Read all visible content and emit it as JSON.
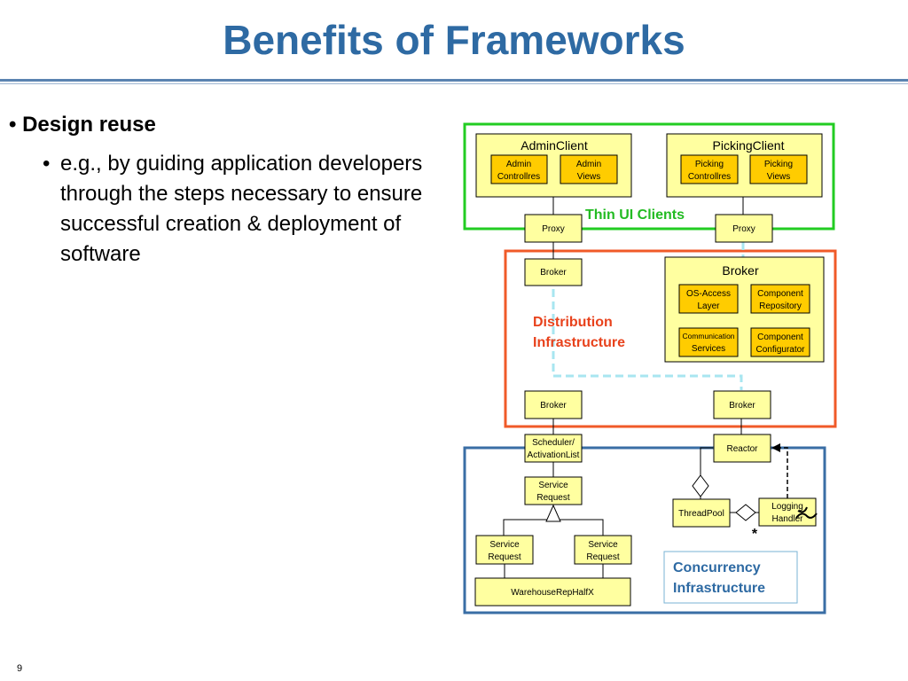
{
  "slide": {
    "title": "Benefits of Frameworks",
    "bullet": "Design reuse",
    "sub_bullet": "e.g., by guiding application developers through the steps necessary to ensure successful creation & deployment of software",
    "page_number": "9"
  },
  "diagram": {
    "thin_ui_label": "Thin UI Clients",
    "distribution_label_1": "Distribution",
    "distribution_label_2": "Infrastructure",
    "concurrency_label_1": "Concurrency",
    "concurrency_label_2": "Infrastructure",
    "admin_client": "AdminClient",
    "admin_controllers_1": "Admin",
    "admin_controllers_2": "Controllres",
    "admin_views_1": "Admin",
    "admin_views_2": "Views",
    "picking_client": "PickingClient",
    "picking_controllers_1": "Picking",
    "picking_controllers_2": "Controllres",
    "picking_views_1": "Picking",
    "picking_views_2": "Views",
    "proxy": "Proxy",
    "broker": "Broker",
    "os_access_1": "OS-Access",
    "os_access_2": "Layer",
    "component_repository_1": "Component",
    "component_repository_2": "Repository",
    "communication_services_1": "Communication",
    "communication_services_2": "Services",
    "component_configurator_1": "Component",
    "component_configurator_2": "Configurator",
    "scheduler_1": "Scheduler/",
    "scheduler_2": "ActivationList",
    "reactor": "Reactor",
    "service_request_1": "Service",
    "service_request_2": "Request",
    "threadpool": "ThreadPool",
    "logging_handler_1": "Logging",
    "logging_handler_2": "Handler",
    "multiplicity": "*",
    "warehouse": "WarehouseRepHalfX"
  },
  "colors": {
    "title": "#2e6aa3",
    "thin_ui_frame": "#22cc22",
    "distribution_frame": "#f05a28",
    "concurrency_frame": "#3a6ea5",
    "component_fill": "#ffffa0",
    "inner_fill": "#ffcc00",
    "dashed_link": "#a8e6f0"
  }
}
